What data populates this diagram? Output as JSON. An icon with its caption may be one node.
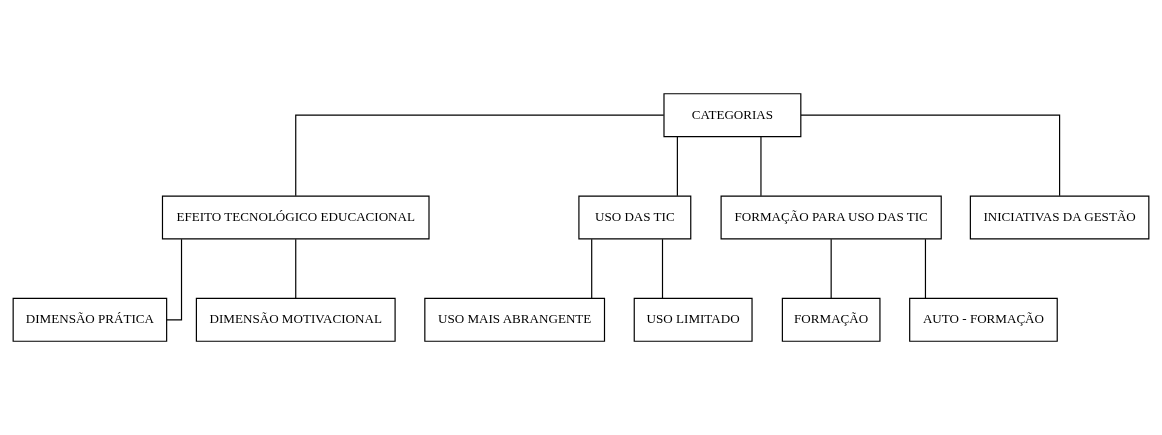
{
  "diagram": {
    "nodes": [
      {
        "text": [
          "CATEGORIAS"
        ]
      },
      {
        "text": [
          "EFEITO TECNOLÓGICO EDUCACIONAL"
        ]
      },
      {
        "text": [
          "USO DAS TIC"
        ]
      },
      {
        "text": [
          "FORMAÇÃO PARA USO DAS TIC"
        ]
      },
      {
        "text": [
          "INICIATIVAS DA GESTÃO"
        ]
      },
      {
        "text": [
          "DIMENSÃO PRÁTICA"
        ]
      },
      {
        "text": [
          "DIMENSÃO MOTIVACIONAL"
        ]
      },
      {
        "text": [
          "USO MAIS ABRANGENTE"
        ]
      },
      {
        "text": [
          "USO LIMITADO"
        ]
      },
      {
        "text": [
          "FORMAÇÃO"
        ]
      },
      {
        "text": [
          "AUTO - FORMAÇÃO"
        ]
      }
    ],
    "edges": [
      {
        "from": 0,
        "to": 1,
        "arrow": "none"
      },
      {
        "from": 0,
        "to": 2,
        "arrow": "none"
      },
      {
        "from": 0,
        "to": 3,
        "arrow": "none"
      },
      {
        "from": 0,
        "to": 4,
        "arrow": "none"
      },
      {
        "from": 1,
        "to": 5,
        "arrow": "none"
      },
      {
        "from": 1,
        "to": 6,
        "arrow": "none"
      },
      {
        "from": 2,
        "to": 7,
        "arrow": "none"
      },
      {
        "from": 2,
        "to": 8,
        "arrow": "none"
      },
      {
        "from": 3,
        "to": 9,
        "arrow": "none"
      },
      {
        "from": 3,
        "to": 10,
        "arrow": "none"
      }
    ]
  }
}
